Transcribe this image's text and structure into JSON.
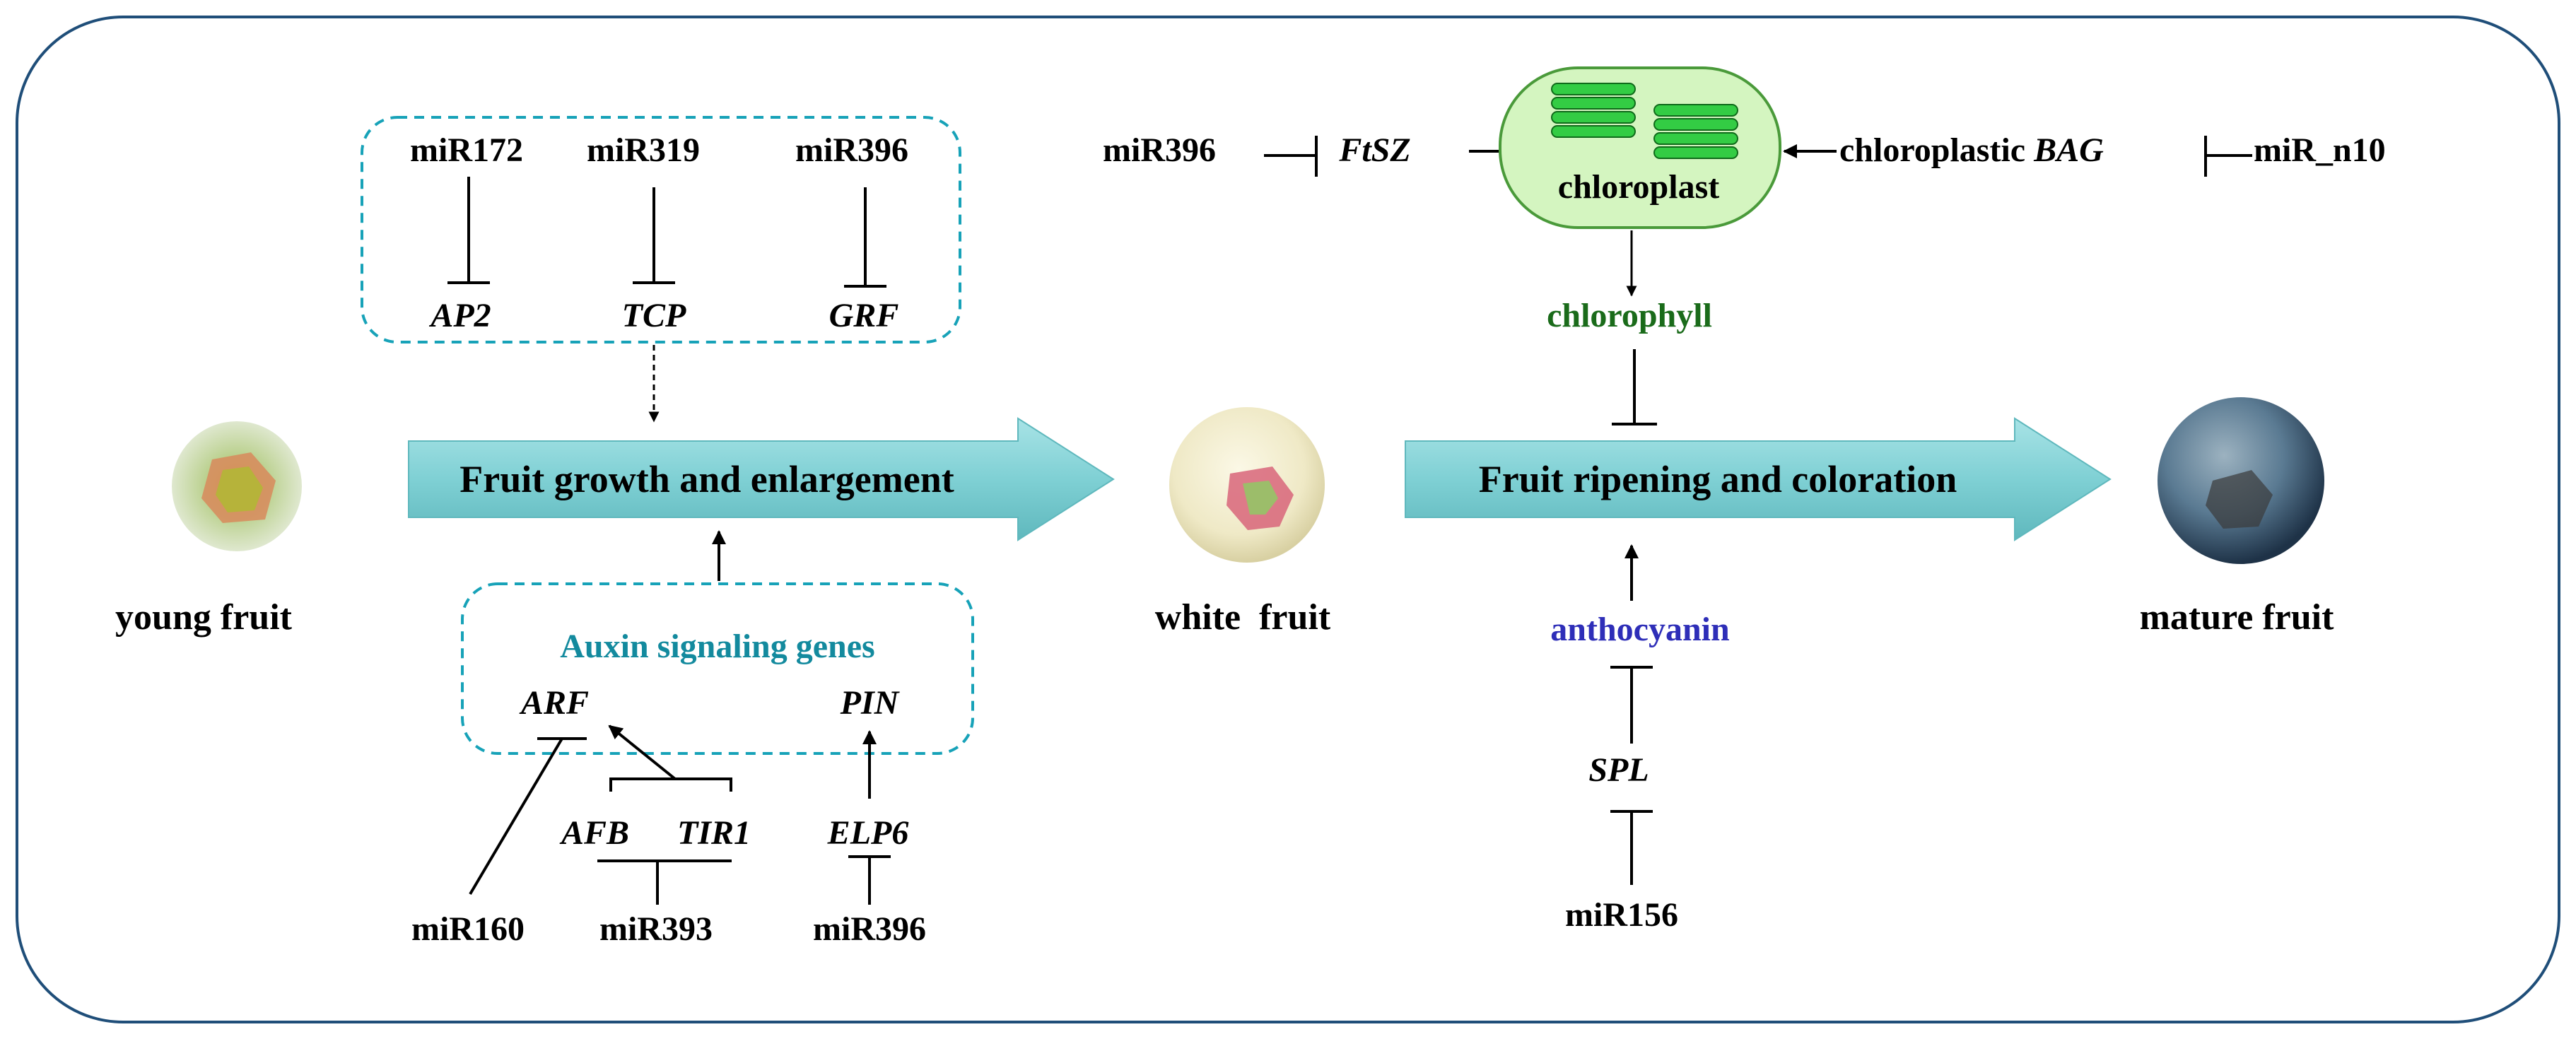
{
  "colors": {
    "frame": "#1f4e79",
    "box_border": "#17a2b8",
    "arrow_fill": "#7fd0d4",
    "chlorophyll": "#1a6b1a",
    "anthocyanin": "#2e2eb8",
    "auxin_title": "#138a9e",
    "chloroplast_fill": "#d4f5c0",
    "thylakoid": "#33cc44"
  },
  "stages": {
    "young": "young fruit",
    "white": "white  fruit",
    "mature": "mature fruit"
  },
  "process_arrows": {
    "growth": "Fruit growth and enlargement",
    "ripening": "Fruit ripening and coloration"
  },
  "top_box": {
    "mirnas": [
      "miR172",
      "miR319",
      "miR396"
    ],
    "targets": [
      "AP2",
      "TCP",
      "GRF"
    ]
  },
  "auxin_box": {
    "title": "Auxin signaling genes",
    "genes": [
      "ARF",
      "PIN"
    ]
  },
  "auxin_regulators": {
    "receptors": [
      "AFB",
      "TIR1"
    ],
    "elp": "ELP6",
    "mirnas": [
      "miR160",
      "miR393",
      "miR396"
    ]
  },
  "chloroplast_pathway": {
    "mir396": "miR396",
    "ftsz": "FtSZ",
    "chloroplast": "chloroplast",
    "bag_prefix": "chloroplastic ",
    "bag_gene": "BAG",
    "mir_n10": "miR_n10",
    "chlorophyll": "chlorophyll"
  },
  "anthocyanin_pathway": {
    "anthocyanin": "anthocyanin",
    "spl": "SPL",
    "mir156": "miR156"
  },
  "icons": [
    "young-fruit-photo",
    "white-fruit-photo",
    "mature-fruit-photo",
    "chloroplast-icon",
    "thylakoid-stack-icon"
  ]
}
